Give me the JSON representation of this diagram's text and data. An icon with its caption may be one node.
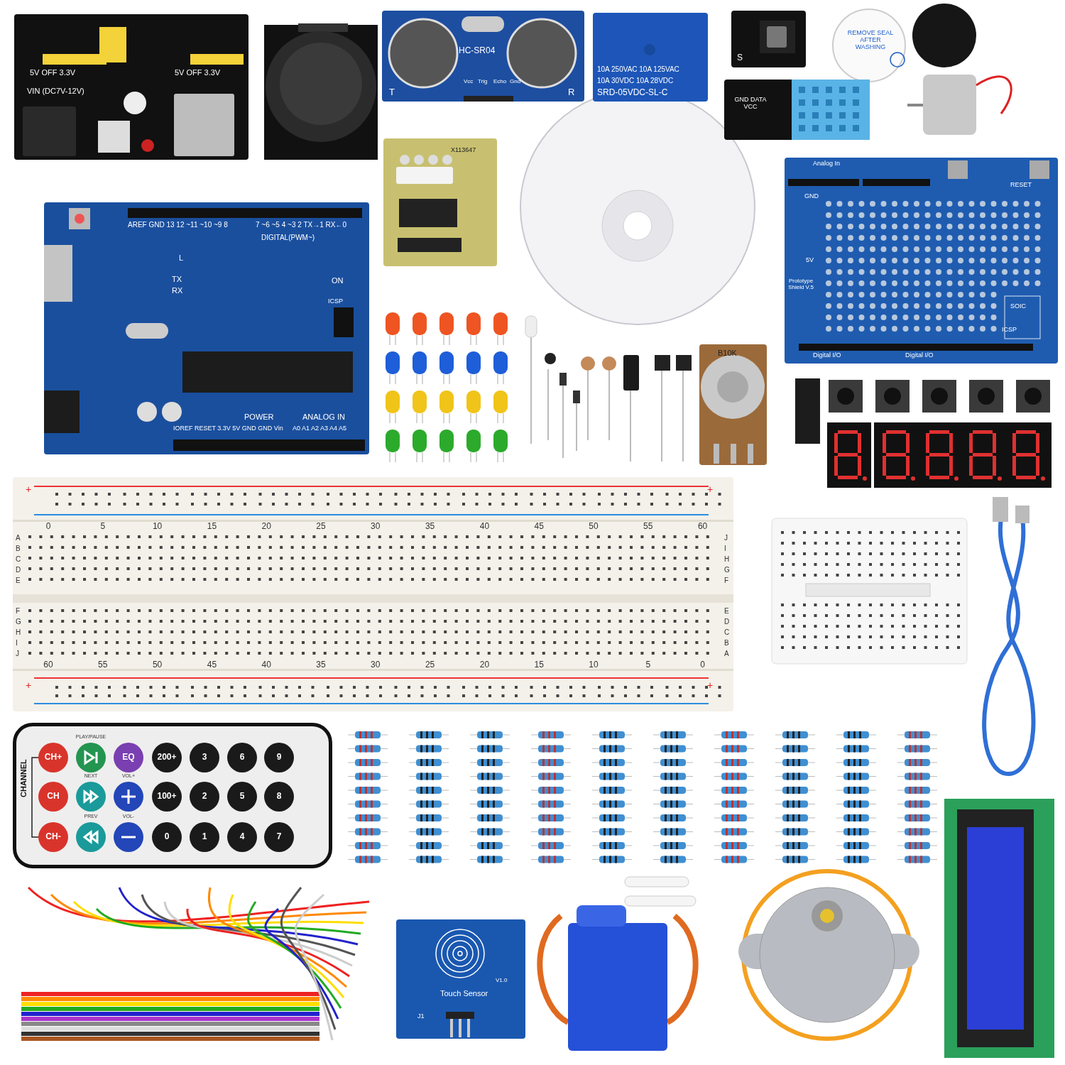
{
  "diagram": {
    "nodes": [
      {
        "text": [
          "5V OFF 3.3V",
          "5V OFF 3.3V",
          "VIN (DC7V-12V)"
        ]
      },
      {
        "text": [
          "HC-SR04",
          "Vcc",
          "Trig",
          "Echo",
          "Gnd",
          "T",
          "R"
        ]
      },
      {
        "text": [
          "10A 250VAC 10A 125VAC",
          "10A 30VDC 10A 28VDC",
          "SRD-05VDC-SL-C"
        ]
      },
      {
        "text": [
          "S"
        ]
      },
      {
        "text": [
          "REMOVE SEAL AFTER WASHING"
        ]
      },
      {
        "text": [
          "GND DATA VCC"
        ]
      },
      {
        "text": [
          "X113647"
        ]
      },
      {
        "text": [
          "AREF GND 13 12 ~11 ~10 ~9 8",
          "7 ~6 ~5 4 ~3 2 TX→1 RX←0",
          "DIGITAL(PWM~)",
          "L",
          "TX",
          "RX",
          "ON",
          "ICSP",
          "POWER",
          "ANALOG IN",
          "IOREF RESET 3.3V 5V GND GND Vin",
          "A0 A1 A2 A3 A4 A5"
        ]
      },
      {
        "text": [
          "Analog In",
          "RESET",
          "GND",
          "5V",
          "Prototype Shield V.5",
          "SOIC",
          "ICSP",
          "Digital I/O",
          "Digital I/O"
        ]
      },
      {
        "text": [
          "B10K"
        ]
      },
      {
        "text": [
          "0",
          "5",
          "10",
          "15",
          "20",
          "25",
          "30",
          "35",
          "40",
          "45",
          "50",
          "55",
          "60",
          "60",
          "55",
          "50",
          "45",
          "40",
          "35",
          "30",
          "25",
          "20",
          "15",
          "10",
          "5",
          "0",
          "A",
          "B",
          "C",
          "D",
          "E",
          "F",
          "G",
          "H",
          "I",
          "J",
          "J",
          "I",
          "H",
          "G",
          "F",
          "E",
          "D",
          "C",
          "B",
          "A",
          "+",
          "+",
          "+",
          "+"
        ]
      },
      {
        "text": [
          "CHANNEL",
          "CH+",
          "CH",
          "CH-",
          "PLAY/PAUSE",
          "NEXT",
          "PREV",
          "EQ",
          "VOL+",
          "VOL-",
          "200+",
          "100+",
          "0",
          "3",
          "2",
          "1",
          "6",
          "5",
          "4",
          "9",
          "8",
          "7"
        ]
      },
      {
        "text": [
          "Touch Sensor",
          "V1.0",
          "J1"
        ]
      }
    ]
  }
}
